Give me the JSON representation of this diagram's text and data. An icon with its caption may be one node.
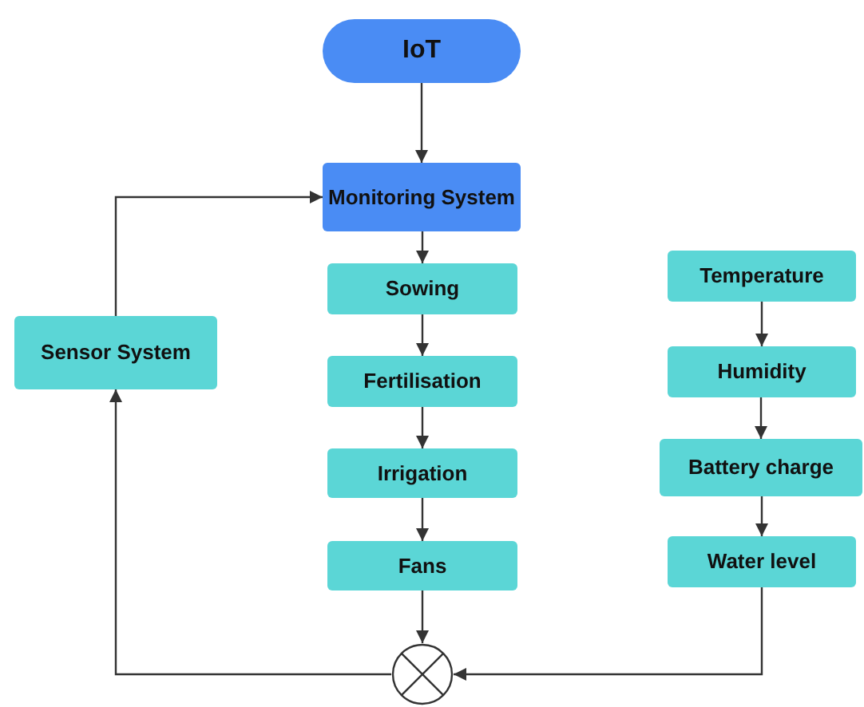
{
  "diagram": {
    "nodes": [
      {
        "text": [
          "IoT"
        ]
      },
      {
        "text": [
          "Monitoring System"
        ]
      },
      {
        "text": [
          "Sowing"
        ]
      },
      {
        "text": [
          "Fertilisation"
        ]
      },
      {
        "text": [
          "Irrigation"
        ]
      },
      {
        "text": [
          "Fans"
        ]
      },
      {
        "text": [
          "Sensor System"
        ]
      },
      {
        "text": [
          "Temperature"
        ]
      },
      {
        "text": [
          "Humidity"
        ]
      },
      {
        "text": [
          "Battery charge"
        ]
      },
      {
        "text": [
          "Water level"
        ]
      },
      {
        "text": [],
        "shape": "circle"
      }
    ],
    "edges": [
      {
        "from": 0,
        "to": 1,
        "arrow": "to"
      },
      {
        "from": 1,
        "to": 2,
        "arrow": "to"
      },
      {
        "from": 2,
        "to": 3,
        "arrow": "to"
      },
      {
        "from": 3,
        "to": 4,
        "arrow": "to"
      },
      {
        "from": 4,
        "to": 5,
        "arrow": "to"
      },
      {
        "from": 5,
        "to": 11,
        "arrow": "to"
      },
      {
        "from": 7,
        "to": 8,
        "arrow": "to"
      },
      {
        "from": 8,
        "to": 9,
        "arrow": "to"
      },
      {
        "from": 9,
        "to": 10,
        "arrow": "to"
      },
      {
        "from": 10,
        "to": 11,
        "arrow": "to"
      },
      {
        "from": 11,
        "to": 6,
        "arrow": "to"
      },
      {
        "from": 6,
        "to": 1,
        "arrow": "to"
      }
    ]
  }
}
